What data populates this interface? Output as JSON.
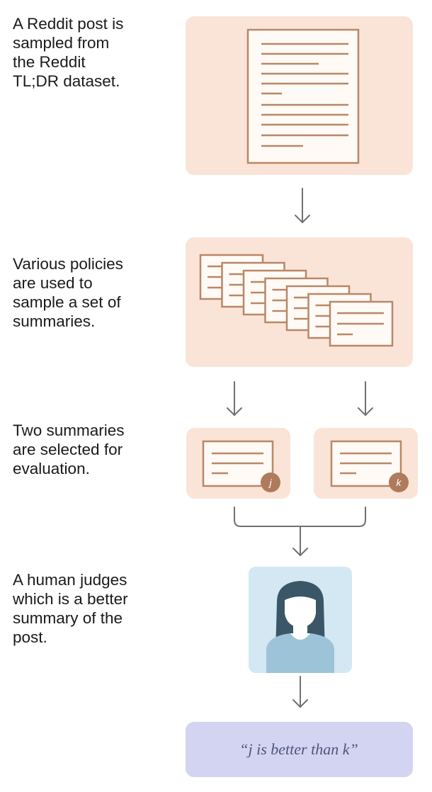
{
  "steps": [
    {
      "id": "sample-post",
      "label": "A Reddit post is\nsampled from\nthe Reddit\nTL;DR dataset."
    },
    {
      "id": "sample-summaries",
      "label": "Various policies\nare used to\nsample a set of\nsummaries."
    },
    {
      "id": "select-two",
      "label": "Two summaries\nare selected for\nevaluation."
    },
    {
      "id": "human-judges",
      "label": "A human judges\nwhich is a better\nsummary of the\npost."
    }
  ],
  "badges": {
    "left": "j",
    "right": "k"
  },
  "verdict": "“j is better than k”",
  "colors": {
    "panel": "#fae4d7",
    "doc_stroke": "#b98768",
    "doc_fill": "#fffaf5",
    "badge": "#b07a5c",
    "arrow": "#707070",
    "human_panel": "#d3e8f3",
    "hair": "#3b5767",
    "shirt": "#9dc3d8",
    "verdict_panel": "#d2d4f1"
  },
  "icons": [
    "document-icon",
    "summary-stack-icon",
    "human-judge-icon",
    "down-arrow-icon",
    "merge-bracket-icon"
  ]
}
